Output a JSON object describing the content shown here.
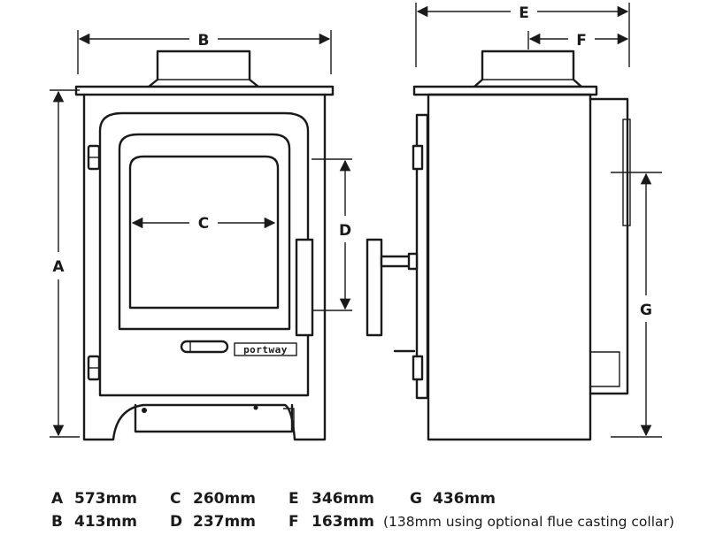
{
  "labels": {
    "A": "A",
    "B": "B",
    "C": "C",
    "D": "D",
    "E": "E",
    "F": "F",
    "G": "G"
  },
  "brand": "portway",
  "legend": {
    "row1": [
      {
        "key": "A",
        "value": "573mm"
      },
      {
        "key": "C",
        "value": "260mm"
      },
      {
        "key": "E",
        "value": "346mm"
      },
      {
        "key": "G",
        "value": "436mm"
      }
    ],
    "row2": [
      {
        "key": "B",
        "value": "413mm"
      },
      {
        "key": "D",
        "value": "237mm"
      },
      {
        "key": "F",
        "value": "163mm"
      }
    ],
    "note": "(138mm using optional flue casting collar)"
  }
}
